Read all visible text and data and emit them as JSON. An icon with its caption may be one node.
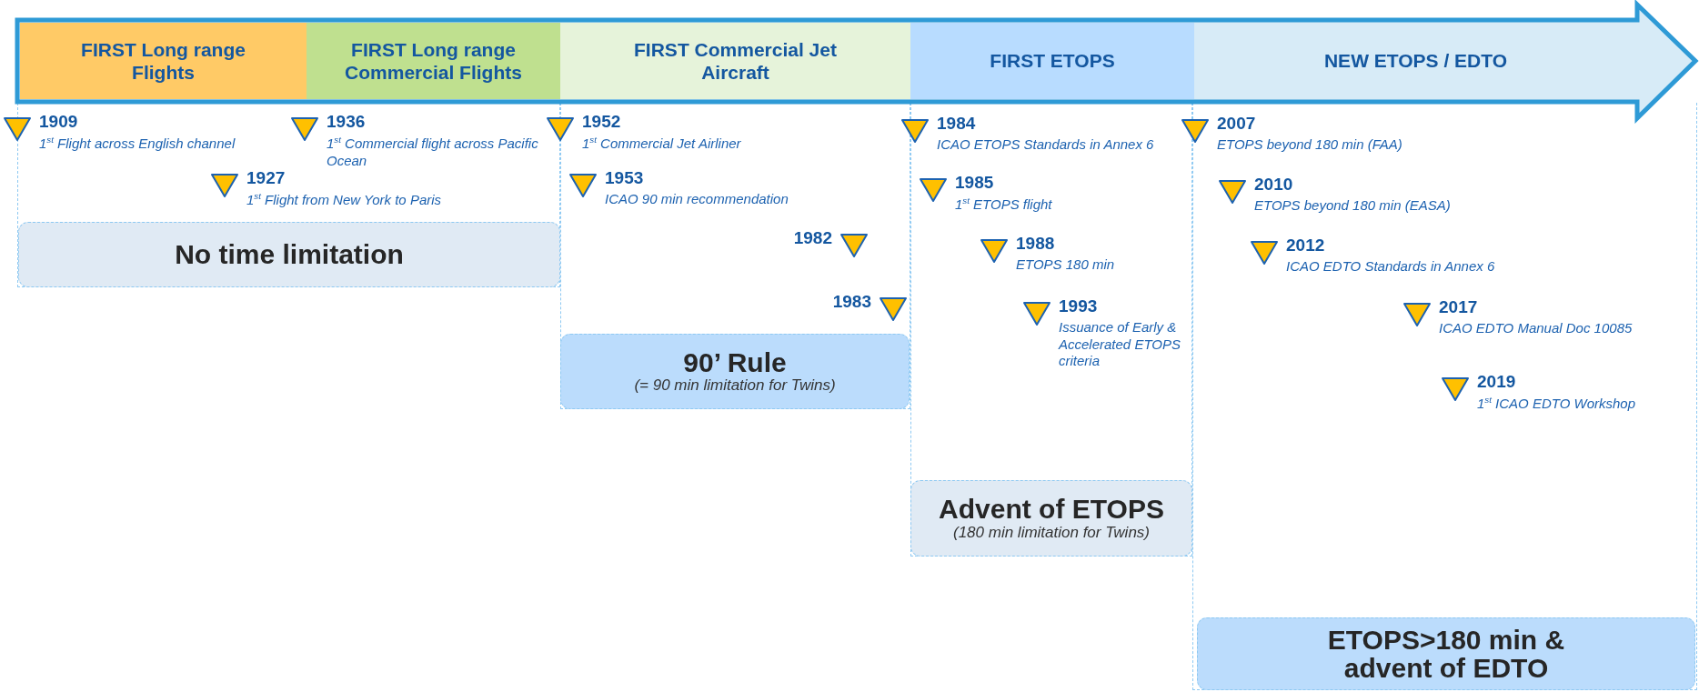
{
  "diagram": {
    "nodes": [
      {
        "text": [
          "FIRST Long range Flights"
        ]
      },
      {
        "text": [
          "FIRST Long range Commercial Flights"
        ]
      },
      {
        "text": [
          "FIRST Commercial Jet Aircraft"
        ]
      },
      {
        "text": [
          "FIRST ETOPS"
        ]
      },
      {
        "text": [
          "NEW ETOPS / EDTO"
        ]
      },
      {
        "text": [
          "1909",
          "1$^{st}$ Flight across English channel"
        ]
      },
      {
        "text": [
          "1936",
          "1$^{st}$ Commercial flight across Pacific Ocean"
        ]
      },
      {
        "text": [
          "1927",
          "1$^{st}$ Flight from New York to Paris"
        ]
      },
      {
        "text": [
          "No time limitation"
        ]
      },
      {
        "text": [
          "1952",
          "1$^{st}$ Commercial Jet Airliner"
        ]
      },
      {
        "text": [
          "1953",
          "ICAO 90 min recommendation"
        ]
      },
      {
        "text": [
          "1982"
        ]
      },
      {
        "text": [
          "1983"
        ]
      },
      {
        "text": [
          "90’ Rule",
          "(= 90 min limitation for Twins)"
        ]
      },
      {
        "text": [
          "1984",
          "ICAO ETOPS Standards in Annex 6"
        ]
      },
      {
        "text": [
          "1985",
          "1$^{st}$ ETOPS flight"
        ]
      },
      {
        "text": [
          "1988",
          "ETOPS 180 min"
        ]
      },
      {
        "text": [
          "1993",
          "Issuance of Early & Accelerated ETOPS criteria"
        ]
      },
      {
        "text": [
          "Advent of ETOPS",
          "(180 min limitation for Twins)"
        ]
      },
      {
        "text": [
          "2007",
          "ETOPS beyond 180 min (FAA)"
        ]
      },
      {
        "text": [
          "2010",
          "ETOPS beyond 180 min (EASA)"
        ]
      },
      {
        "text": [
          "2012",
          "ICAO EDTO Standards in Annex 6"
        ]
      },
      {
        "text": [
          "2017",
          "ICAO EDTO Manual Doc 10085"
        ]
      },
      {
        "text": [
          "2019",
          "1$^{st}$ ICAO EDTO Workshop"
        ]
      },
      {
        "text": [
          "ETOPS>180 min & advent of EDTO"
        ]
      }
    ]
  }
}
